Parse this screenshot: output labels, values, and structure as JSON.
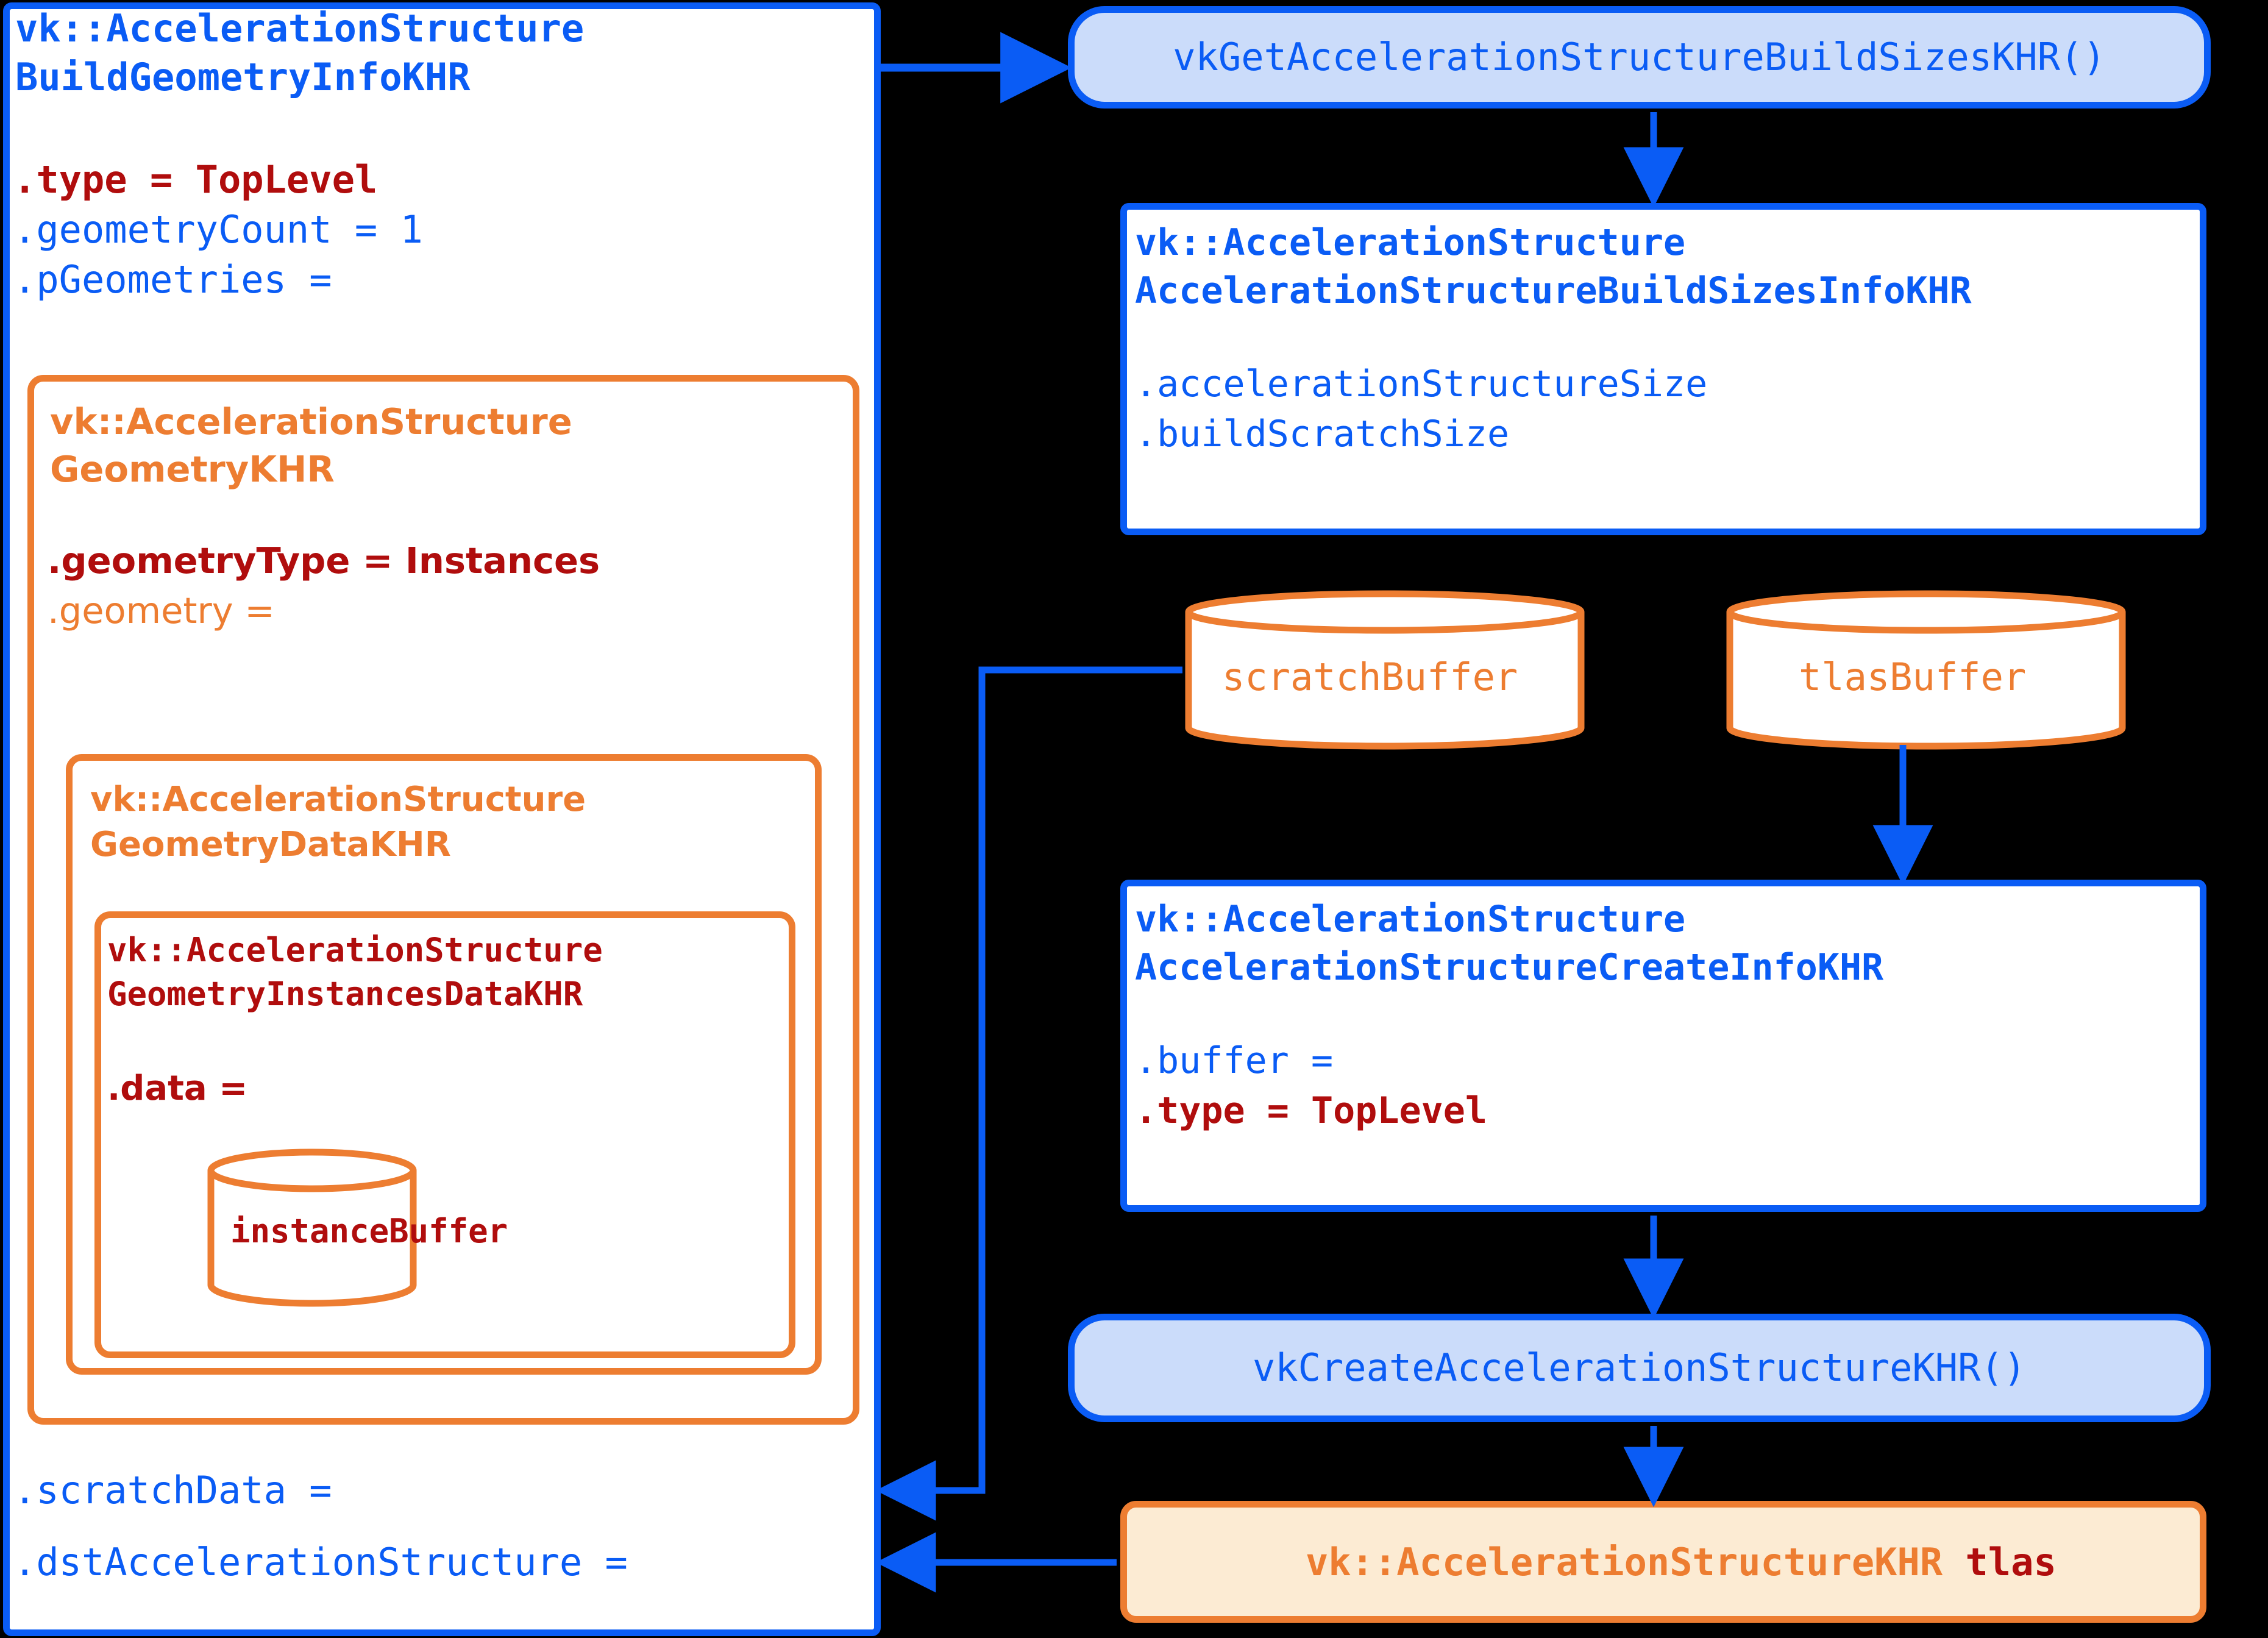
{
  "diagram": {
    "title": "Vulkan TLAS build / create flow",
    "colors": {
      "blue": "#0A5CF5",
      "light_blue_fill": "#CBDCFA",
      "orange": "#ED7D31",
      "cream_fill": "#FCEBD3",
      "dark_red": "#B00D0D",
      "background": "#000000",
      "box_fill": "#FFFFFF"
    }
  },
  "build_geometry_info": {
    "title_line1": "vk::AccelerationStructure",
    "title_line2": "BuildGeometryInfoKHR",
    "fields": [
      {
        "text": ".type = TopLevel",
        "color": "dark_red",
        "bold": true
      },
      {
        "text": ".geometryCount = 1",
        "color": "blue",
        "bold": false
      },
      {
        "text": ".pGeometries =",
        "color": "blue",
        "bold": false
      }
    ],
    "footer_fields": [
      {
        "text": ".scratchData =",
        "color": "blue",
        "bold": false
      },
      {
        "text": ".dstAccelerationStructure =",
        "color": "blue",
        "bold": false
      }
    ]
  },
  "geometry_khr": {
    "title_line1": "vk::AccelerationStructure",
    "title_line2": "GeometryKHR",
    "fields": [
      {
        "text": ".geometryType = Instances",
        "color": "dark_red",
        "bold": true
      },
      {
        "text": ".geometry =",
        "color": "orange",
        "bold": false
      }
    ]
  },
  "geometry_data_khr": {
    "title_line1": "vk::AccelerationStructure",
    "title_line2": "GeometryDataKHR"
  },
  "geometry_instances_data_khr": {
    "title_line1": "vk::AccelerationStructure",
    "title_line2": "GeometryInstancesDataKHR",
    "fields": [
      {
        "text": ".data =",
        "color": "dark_red",
        "bold": true
      }
    ]
  },
  "instance_buffer": {
    "label": "instanceBuffer"
  },
  "get_build_sizes_call": {
    "label": "vkGetAccelerationStructureBuildSizesKHR()"
  },
  "build_sizes_info": {
    "title_line1": "vk::AccelerationStructure",
    "title_line2": "AccelerationStructureBuildSizesInfoKHR",
    "fields": [
      {
        "text": ".accelerationStructureSize",
        "color": "blue",
        "bold": false
      },
      {
        "text": ".buildScratchSize",
        "color": "blue",
        "bold": false
      }
    ]
  },
  "scratch_buffer": {
    "label": "scratchBuffer"
  },
  "tlas_buffer": {
    "label": "tlasBuffer"
  },
  "create_info": {
    "title_line1": "vk::AccelerationStructure",
    "title_line2": "AccelerationStructureCreateInfoKHR",
    "fields": [
      {
        "text": ".buffer =",
        "color": "blue",
        "bold": false
      },
      {
        "text": ".type = TopLevel",
        "color": "dark_red",
        "bold": true
      }
    ]
  },
  "create_call": {
    "label": "vkCreateAccelerationStructureKHR()"
  },
  "tlas_result": {
    "type_text": "vk::AccelerationStructureKHR",
    "var_text": "tlas"
  },
  "arrows": [
    {
      "name": "buildgeometryinfo-to-getbuildsizes",
      "from": "build_geometry_info",
      "to": "get_build_sizes_call"
    },
    {
      "name": "getbuildsizes-to-buildsizesinfo",
      "from": "get_build_sizes_call",
      "to": "build_sizes_info"
    },
    {
      "name": "tlasbuffer-to-createinfo",
      "from": "tlas_buffer",
      "to": "create_info"
    },
    {
      "name": "createinfo-to-createcall",
      "from": "create_info",
      "to": "create_call"
    },
    {
      "name": "createcall-to-tlas",
      "from": "create_call",
      "to": "tlas_result"
    },
    {
      "name": "tlas-to-dstaccelerationstructure",
      "from": "tlas_result",
      "to": "build_geometry_info"
    },
    {
      "name": "scratchbuffer-to-scratchdata",
      "from": "scratch_buffer",
      "to": "build_geometry_info"
    }
  ]
}
